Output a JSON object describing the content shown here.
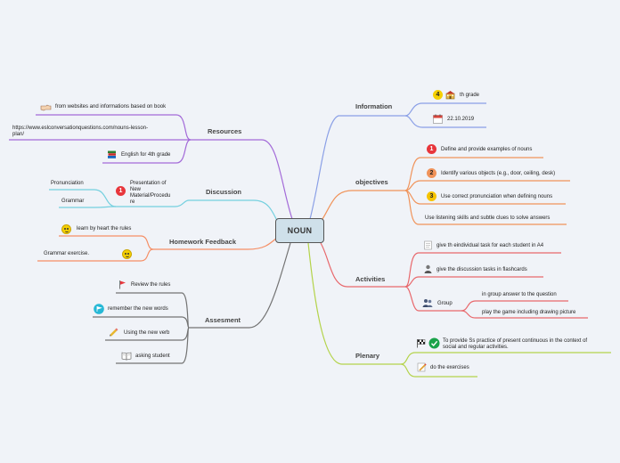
{
  "central": "NOUN",
  "branches": {
    "information": "Information",
    "objectives": "objectives",
    "activities": "Activities",
    "plenary": "Plenary",
    "resources": "Resources",
    "discussion": "Discussion",
    "homework": "Homework Feedback",
    "assesment": "Assesment"
  },
  "information": {
    "grade_number": "4",
    "grade": "th grade",
    "date": "22.10.2019"
  },
  "objectives": {
    "items": [
      {
        "number": "1",
        "text": "Define and provide examples of nouns"
      },
      {
        "number": "2",
        "text": "Identify various objects (e.g., door, ceiling, desk)"
      },
      {
        "number": "3",
        "text": "Use correct pronunciation when defining nouns"
      },
      {
        "text": "Use listening skills and subtle clues to solve answers"
      }
    ]
  },
  "activities": {
    "task": "give th eindividual task for each student in A4",
    "flashcards": "give the discussion tasks in flashcards",
    "group": "Group",
    "group_items": [
      "in group answer to the question",
      "play the game including drawing picture"
    ]
  },
  "plenary": {
    "line1": "To provide Ss practice of present continuous in the context of",
    "line2": "social and regular activities.",
    "exercises": "do the exercises"
  },
  "resources": {
    "websites": "from websites and informations based on book",
    "url_line1": "https://www.eslconversationquestions.com/nouns-lesson-",
    "url_line2": "plan/",
    "book": "English for 4th grade"
  },
  "discussion": {
    "number": "1",
    "presentation_lines": [
      "Presentation of",
      "New",
      "Material/Procedu",
      "re"
    ],
    "pronunciation": "Pronunciation",
    "grammar": "Grammar"
  },
  "homework": {
    "rules": "learn by heart the rules",
    "grammar": "Grammar exercise."
  },
  "assesment": {
    "items": [
      "Review the rules",
      "remember the new words",
      "Using the new verb",
      "asking student"
    ]
  },
  "colors": {
    "information": "#8a9fe6",
    "objectives": "#f0935a",
    "activities": "#e8686c",
    "plenary": "#b4d34b",
    "resources": "#a36ad8",
    "discussion": "#74d0df",
    "homework": "#f58f66",
    "assesment": "#737373"
  }
}
